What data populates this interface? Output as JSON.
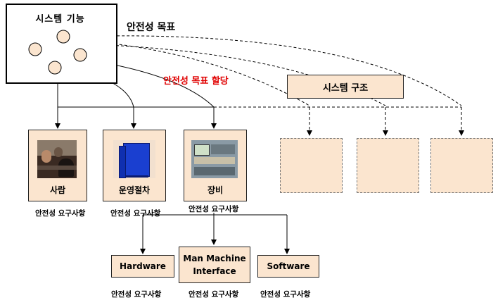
{
  "function_box": {
    "title": "시스템 기능"
  },
  "safety_goal": "안전성 목표",
  "goal_allocation": "안전성 목표 할당",
  "system_architecture": "시스템 구조",
  "elements": [
    {
      "label": "사람",
      "requirement": "안전성 요구사항",
      "image": "operators-in-control-room"
    },
    {
      "label": "운영절차",
      "requirement": "안전성 요구사항",
      "image": "blue-binder"
    },
    {
      "label": "장비",
      "requirement": "안전성 요구사항",
      "image": "control-panel-equipment"
    }
  ],
  "equipment_parts": [
    {
      "label": "Hardware",
      "requirement": "안전성 요구사항"
    },
    {
      "label": "Man Machine Interface",
      "requirement": "안전성 요구사항"
    },
    {
      "label": "Software",
      "requirement": "안전성 요구사항"
    }
  ],
  "colors": {
    "box_fill": "#fbe5cf",
    "allocation_text": "#e00000",
    "binder": "#1a3fd0"
  }
}
